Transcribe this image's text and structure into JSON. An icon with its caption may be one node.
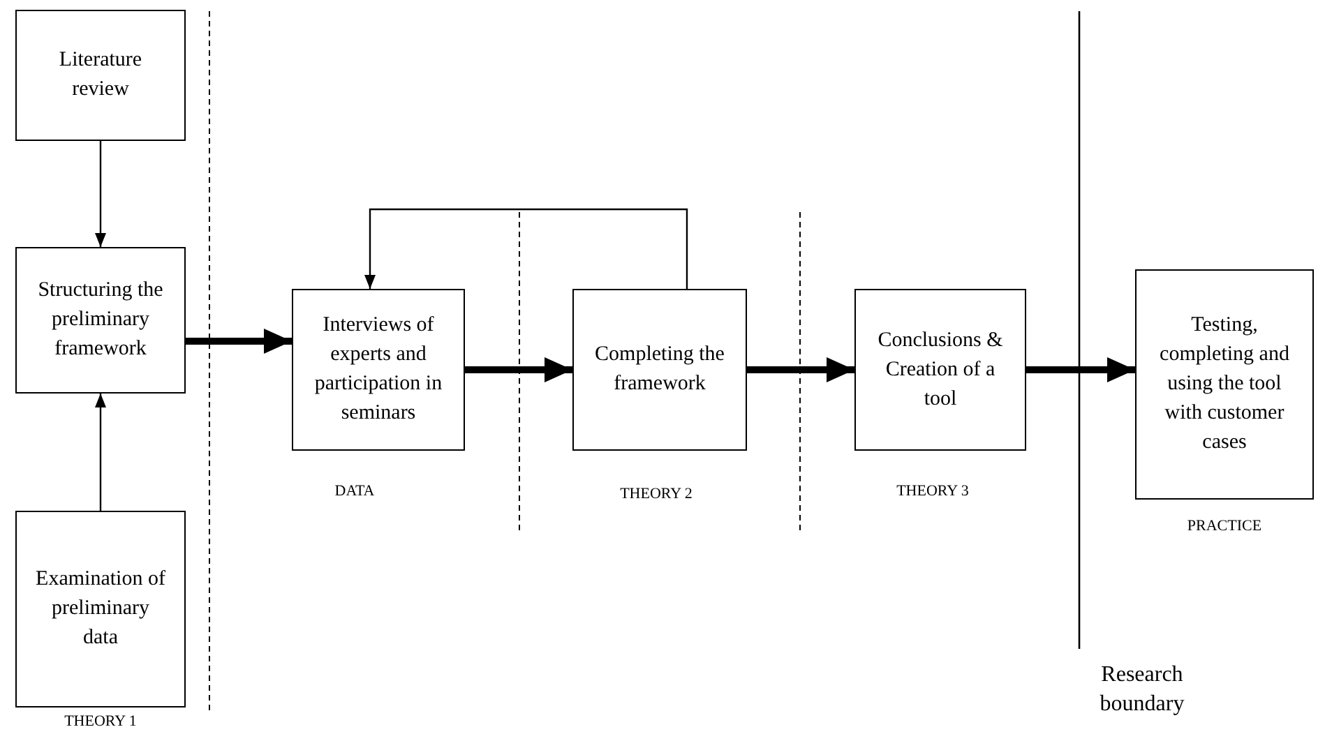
{
  "diagram": {
    "nodes": [
      {
        "text": [
          "Literature review"
        ]
      },
      {
        "text": [
          "Structuring the preliminary framework"
        ]
      },
      {
        "text": [
          "Examination of preliminary data"
        ],
        "beside": [
          "THEORY 1"
        ]
      },
      {
        "text": [
          "Interviews of experts and participation in seminars"
        ],
        "beside": [
          "DATA"
        ]
      },
      {
        "text": [
          "Completing the framework"
        ],
        "beside": [
          "THEORY 2"
        ]
      },
      {
        "text": [
          "Conclusions & Creation of a tool"
        ],
        "beside": [
          "THEORY 3"
        ]
      },
      {
        "text": [
          "Testing, completing and using the tool with customer cases"
        ],
        "beside": [
          "PRACTICE"
        ]
      }
    ],
    "edges": [
      {
        "from": 0,
        "to": 1,
        "arrow": "to"
      },
      {
        "from": 2,
        "to": 1,
        "arrow": "to"
      },
      {
        "from": 1,
        "to": 3,
        "arrow": "to"
      },
      {
        "from": 3,
        "to": 4,
        "arrow": "to"
      },
      {
        "from": 4,
        "to": 5,
        "arrow": "to"
      },
      {
        "from": 5,
        "to": 6,
        "arrow": "to"
      },
      {
        "from": 4,
        "to": 3,
        "arrow": "to"
      }
    ],
    "labels": [
      "Research boundary"
    ]
  }
}
